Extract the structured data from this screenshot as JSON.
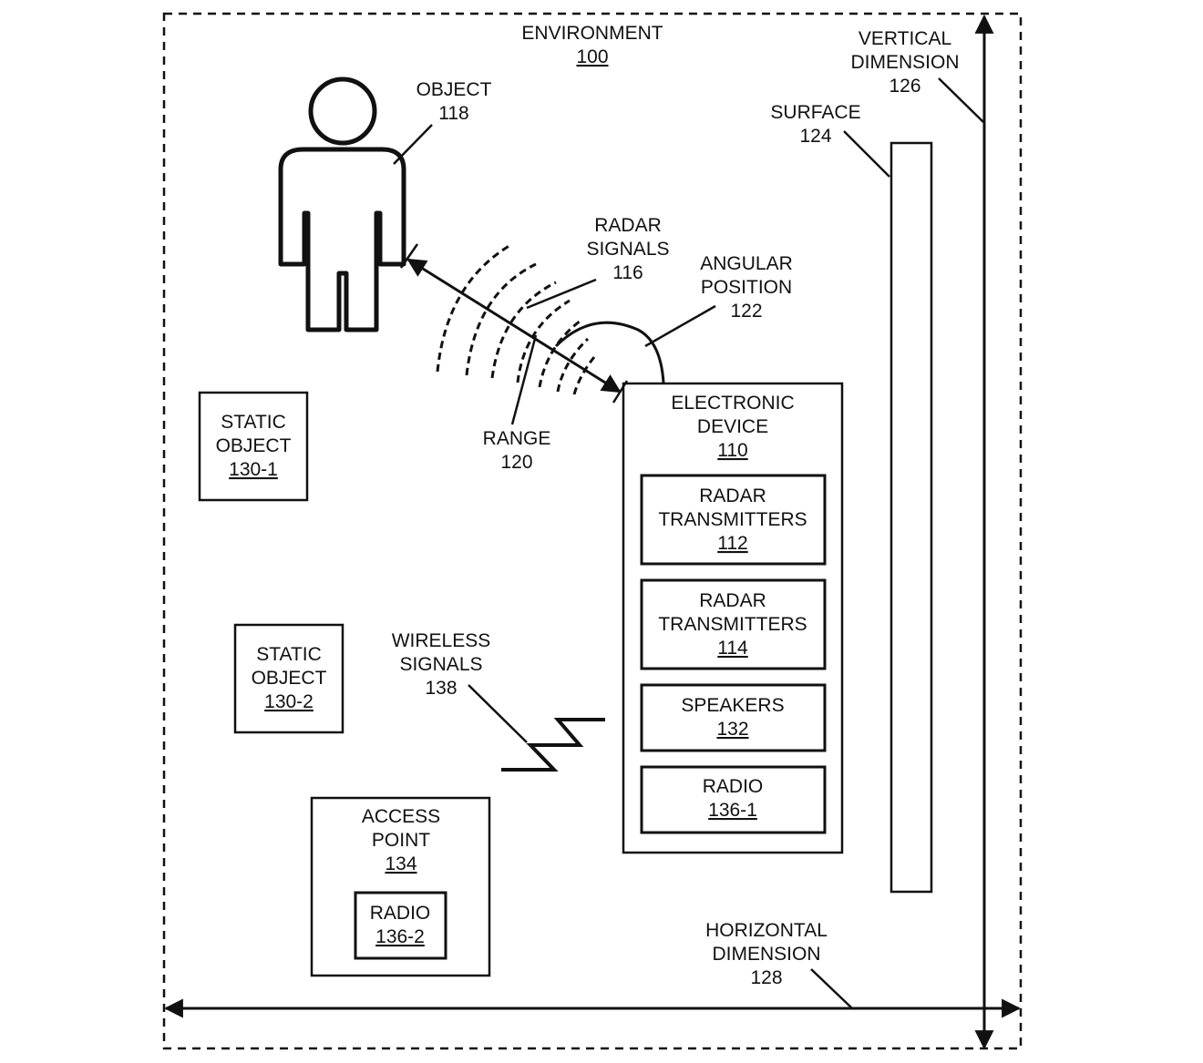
{
  "colors": {
    "ink": "#111111",
    "background": "#ffffff"
  },
  "environment": {
    "title": "ENVIRONMENT",
    "ref": "100"
  },
  "object": {
    "label": "OBJECT",
    "ref": "118"
  },
  "radar_signals": {
    "line1": "RADAR",
    "line2": "SIGNALS",
    "ref": "116"
  },
  "angular_position": {
    "line1": "ANGULAR",
    "line2": "POSITION",
    "ref": "122"
  },
  "range": {
    "label": "RANGE",
    "ref": "120"
  },
  "surface": {
    "label": "SURFACE",
    "ref": "124"
  },
  "vertical_dimension": {
    "line1": "VERTICAL",
    "line2": "DIMENSION",
    "ref": "126"
  },
  "horizontal_dimension": {
    "line1": "HORIZONTAL",
    "line2": "DIMENSION",
    "ref": "128"
  },
  "static_object_1": {
    "line1": "STATIC",
    "line2": "OBJECT",
    "ref": "130-1"
  },
  "static_object_2": {
    "line1": "STATIC",
    "line2": "OBJECT",
    "ref": "130-2"
  },
  "wireless_signals": {
    "line1": "WIRELESS",
    "line2": "SIGNALS",
    "ref": "138"
  },
  "electronic_device": {
    "line1": "ELECTRONIC",
    "line2": "DEVICE",
    "ref": "110",
    "radar_transmitters_a": {
      "line1": "RADAR",
      "line2": "TRANSMITTERS",
      "ref": "112"
    },
    "radar_transmitters_b": {
      "line1": "RADAR",
      "line2": "TRANSMITTERS",
      "ref": "114"
    },
    "speakers": {
      "label": "SPEAKERS",
      "ref": "132"
    },
    "radio": {
      "label": "RADIO",
      "ref": "136-1"
    }
  },
  "access_point": {
    "line1": "ACCESS",
    "line2": "POINT",
    "ref": "134",
    "radio": {
      "label": "RADIO",
      "ref": "136-2"
    }
  }
}
